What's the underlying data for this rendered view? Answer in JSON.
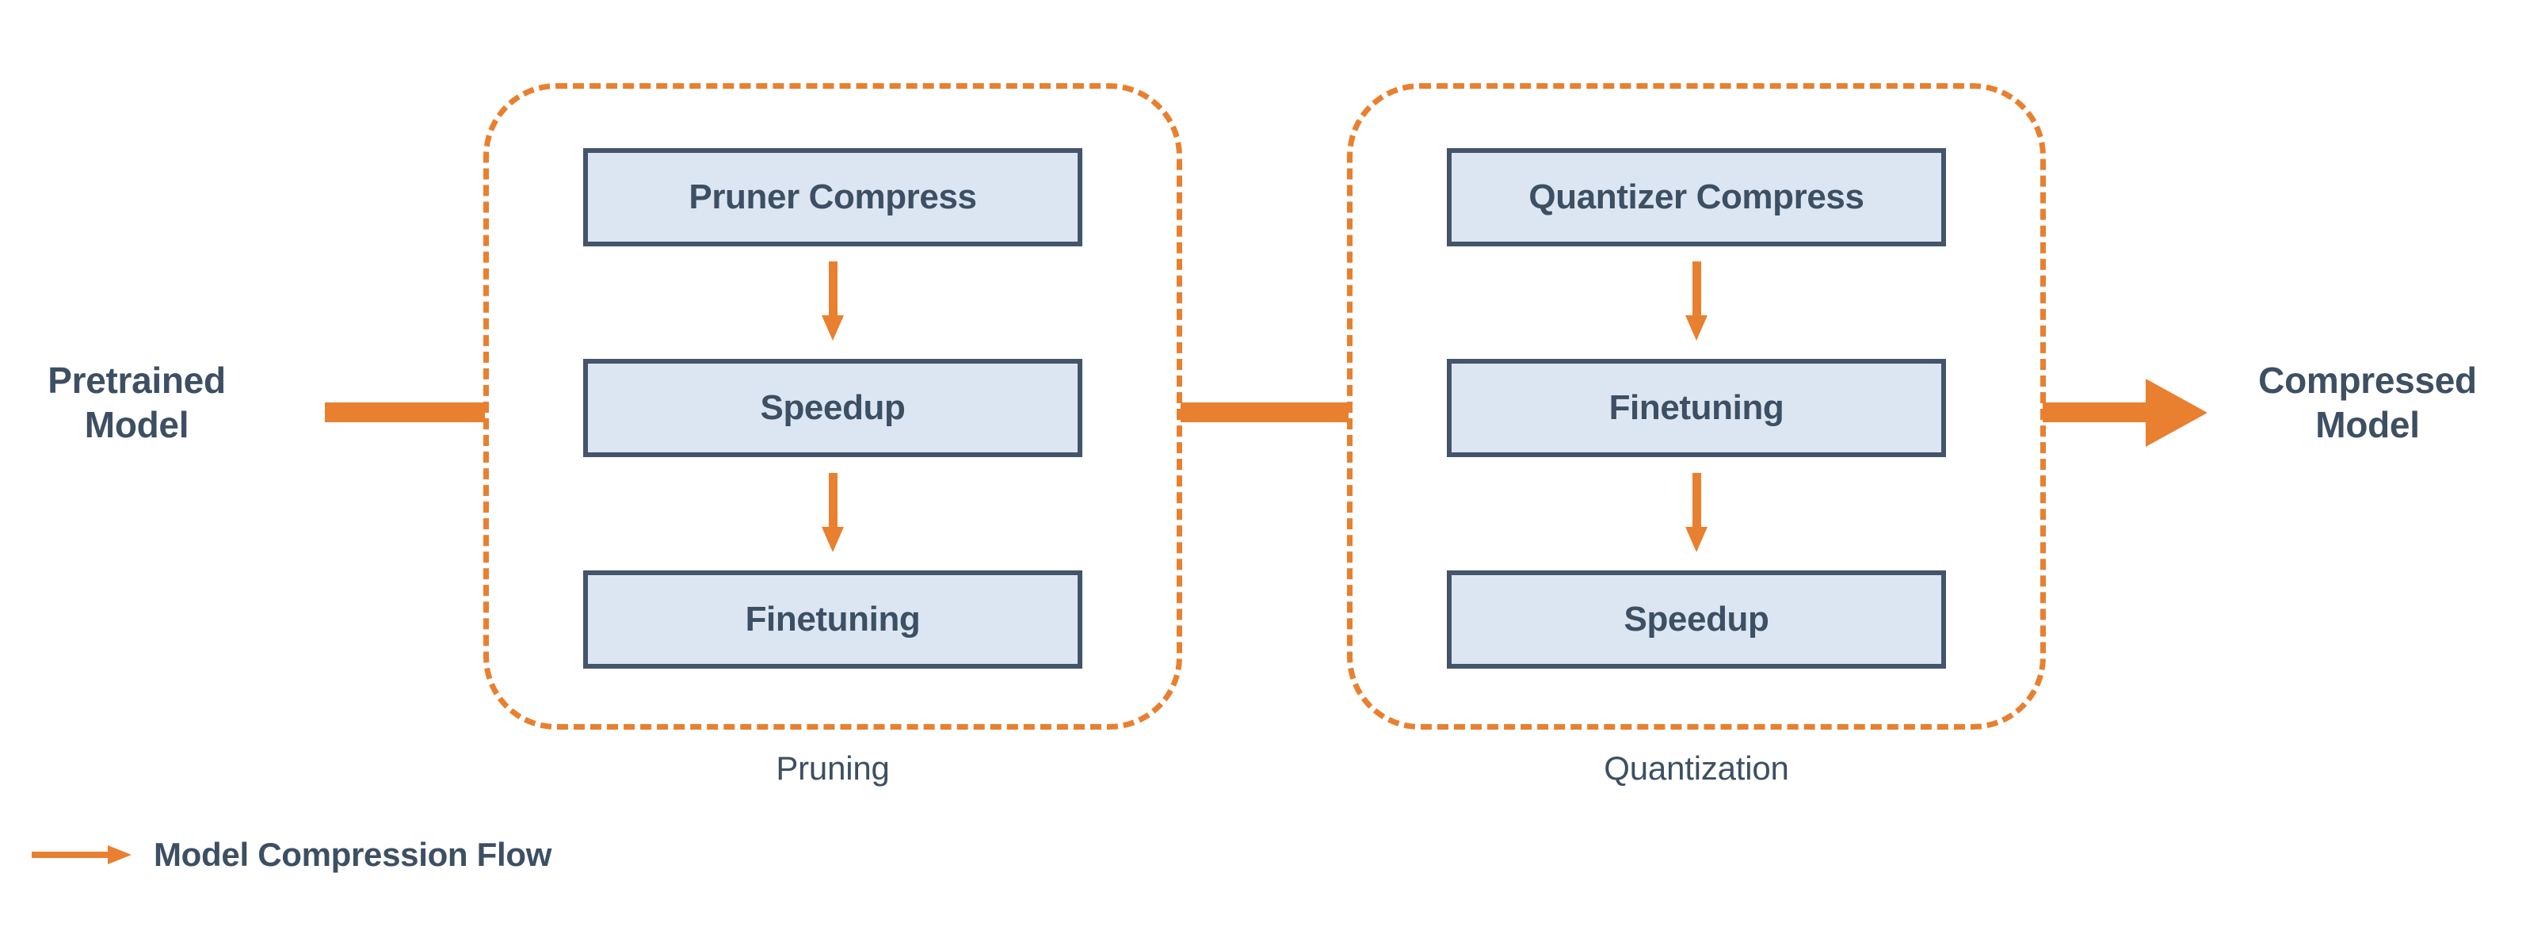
{
  "diagram": {
    "title": "Model Compression Flow",
    "colors": {
      "accent_orange": "#e8802f",
      "box_fill": "#dce6f2",
      "box_border": "#44546a",
      "text_dark": "#3d4f63",
      "background": "#ffffff"
    }
  },
  "endpoints": {
    "input_label": "Pretrained\nModel",
    "input_line1": "Pretrained",
    "input_line2": "Model",
    "output_label": "Compressed\nModel",
    "output_line1": "Compressed",
    "output_line2": "Model"
  },
  "stages": [
    {
      "id": "pruning",
      "caption": "Pruning",
      "steps": [
        {
          "label": "Pruner Compress"
        },
        {
          "label": "Speedup"
        },
        {
          "label": "Finetuning"
        }
      ]
    },
    {
      "id": "quantization",
      "caption": "Quantization",
      "steps": [
        {
          "label": "Quantizer Compress"
        },
        {
          "label": "Finetuning"
        },
        {
          "label": "Speedup"
        }
      ]
    }
  ],
  "legend": {
    "icon": "arrow-right-icon",
    "label": "Model Compression Flow"
  }
}
